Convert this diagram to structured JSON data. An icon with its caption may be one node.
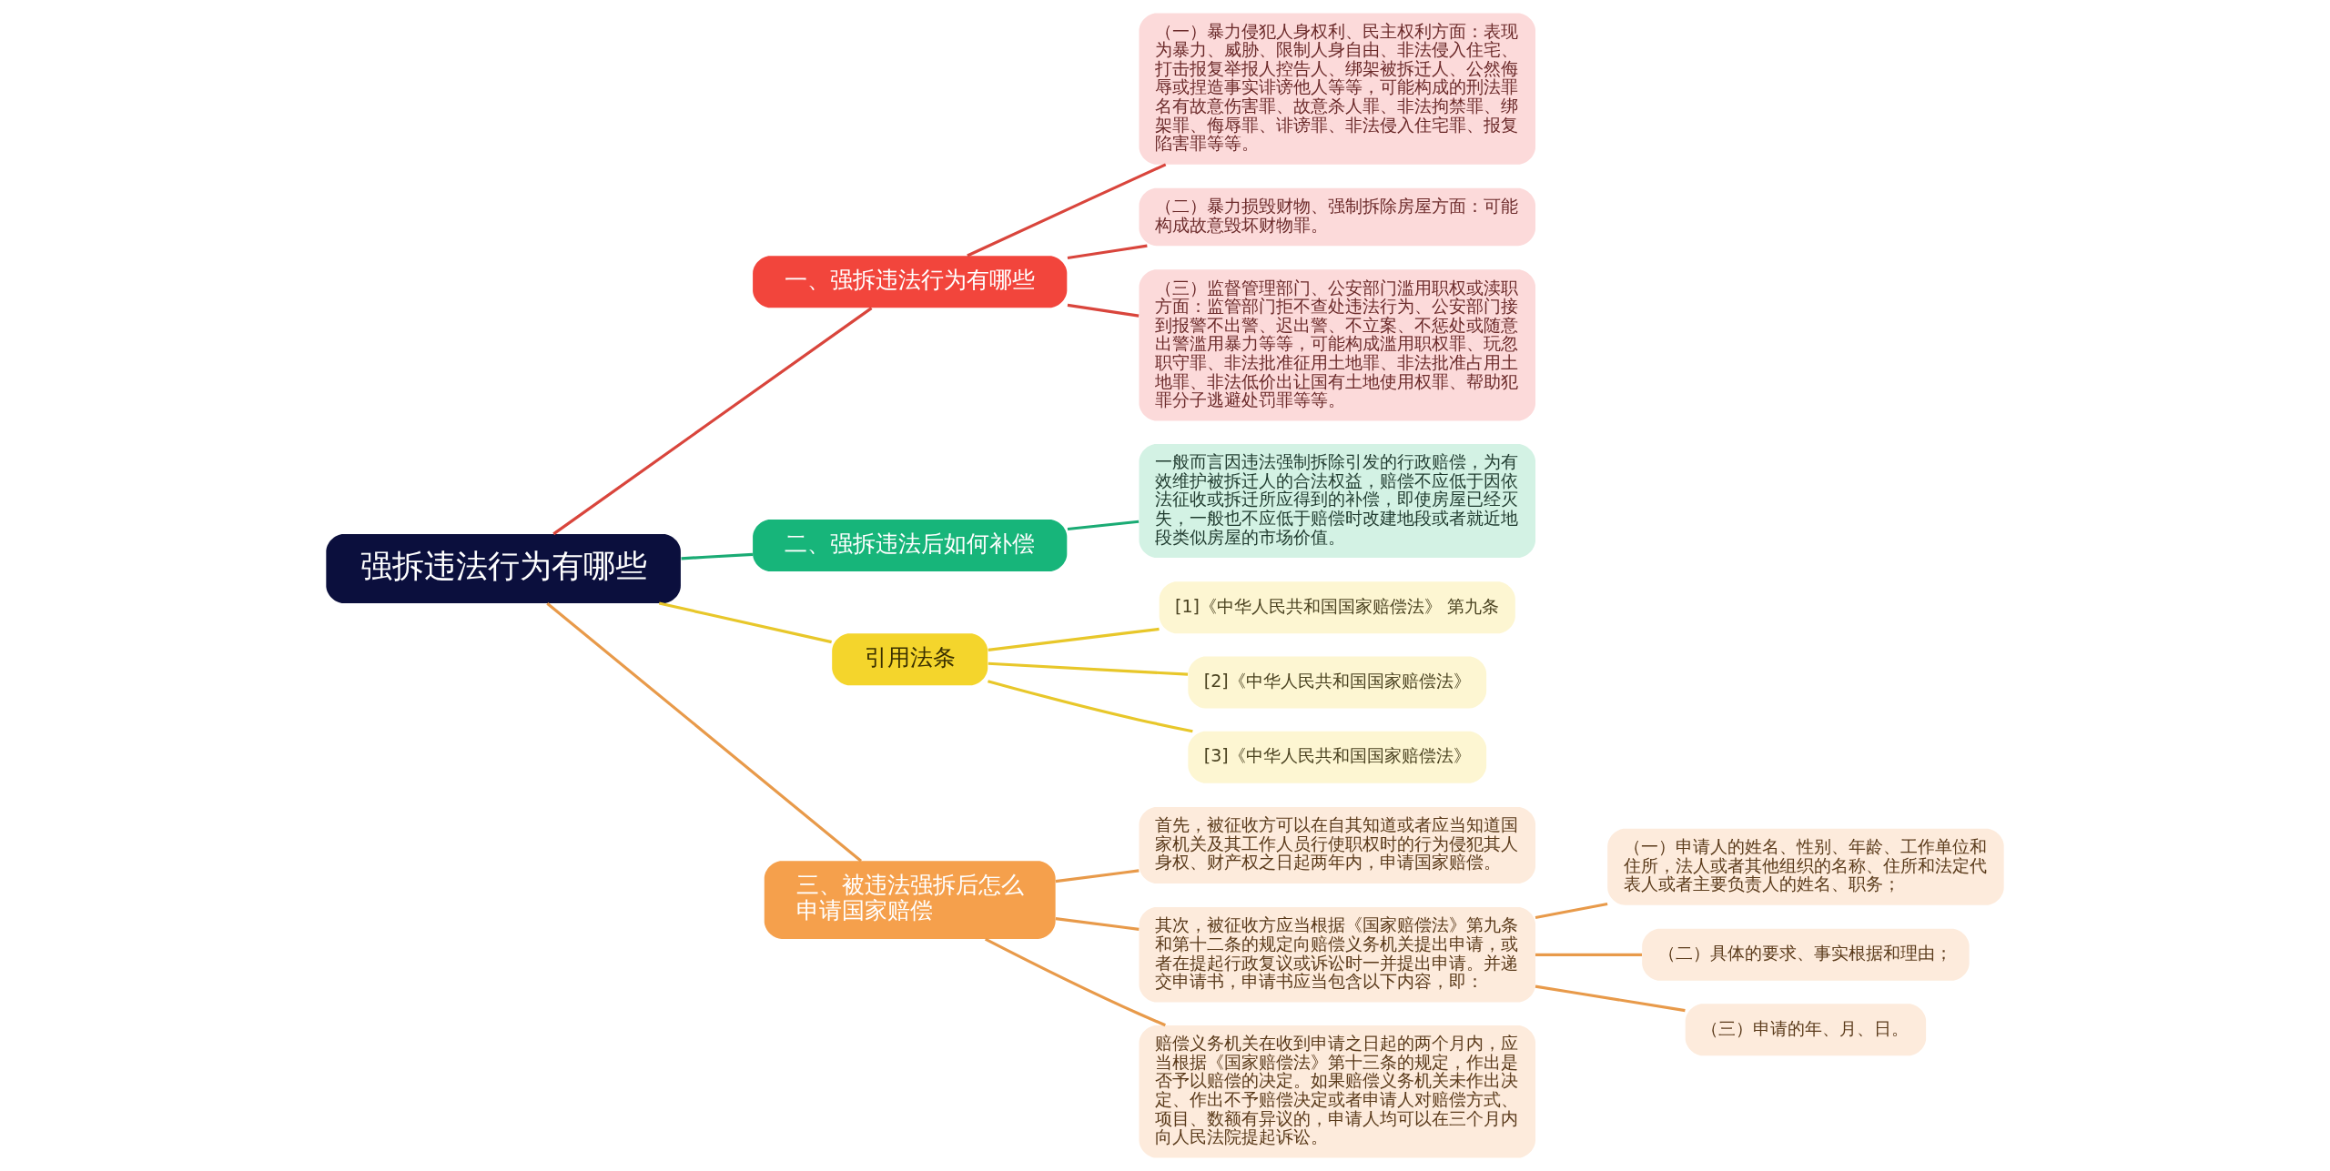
{
  "diagram": {
    "nodes": [
      {
        "text": [
          "强拆违法行为有哪些"
        ]
      },
      {
        "text": [
          "一、强拆违法行为有哪些"
        ]
      },
      {
        "text": [
          "（一）暴力侵犯人身权利、民主权利方面：表现为暴力、威胁、限制人身自由、非法侵入住宅、打击报复举报人控告人、绑架被拆迁人、公然侮辱或捏造事实诽谤他人等等，可能构成的刑法罪名有故意伤害罪、故意杀人罪、非法拘禁罪、绑架罪、侮辱罪、诽谤罪、非法侵入住宅罪、报复陷害罪等等。"
        ]
      },
      {
        "text": [
          "（二）暴力损毁财物、强制拆除房屋方面：可能构成故意毁坏财物罪。"
        ]
      },
      {
        "text": [
          "（三）监督管理部门、公安部门滥用职权或渎职方面：监管部门拒不查处违法行为、公安部门接到报警不出警、迟出警、不立案、不惩处或随意出警滥用暴力等等，可能构成滥用职权罪、玩忽职守罪、非法批准征用土地罪、非法批准占用土地罪、非法低价出让国有土地使用权罪、帮助犯罪分子逃避处罚罪等等。"
        ]
      },
      {
        "text": [
          "二、强拆违法后如何补偿"
        ]
      },
      {
        "text": [
          "一般而言因违法强制拆除引发的行政赔偿，为有效维护被拆迁人的合法权益，赔偿不应低于因依法征收或拆迁所应得到的补偿，即使房屋已经灭失，一般也不应低于赔偿时改建地段或者就近地段类似房屋的市场价值。"
        ]
      },
      {
        "text": [
          "引用法条"
        ]
      },
      {
        "text": [
          "[1]《中华人民共和国国家赔偿法》 第九条"
        ]
      },
      {
        "text": [
          "[2]《中华人民共和国国家赔偿法》"
        ]
      },
      {
        "text": [
          "[3]《中华人民共和国国家赔偿法》"
        ]
      },
      {
        "text": [
          "三、被违法强拆后怎么申请国家赔偿"
        ]
      },
      {
        "text": [
          "首先，被征收方可以在自其知道或者应当知道国家机关及其工作人员行使职权时的行为侵犯其人身权、财产权之日起两年内，申请国家赔偿。"
        ]
      },
      {
        "text": [
          "其次，被征收方应当根据《国家赔偿法》第九条和第十二条的规定向赔偿义务机关提出申请，或者在提起行政复议或诉讼时一并提出申请。并递交申请书，申请书应当包含以下内容，即："
        ]
      },
      {
        "text": [
          "赔偿义务机关在收到申请之日起的两个月内，应当根据《国家赔偿法》第十三条的规定，作出是否予以赔偿的决定。如果赔偿义务机关未作出决定、作出不予赔偿决定或者申请人对赔偿方式、项目、数额有异议的，申请人均可以在三个月内向人民法院提起诉讼。"
        ]
      },
      {
        "text": [
          "（一）申请人的姓名、性别、年龄、工作单位和住所，法人或者其他组织的名称、住所和法定代表人或者主要负责人的姓名、职务；"
        ]
      },
      {
        "text": [
          "（二）具体的要求、事实根据和理由；"
        ]
      },
      {
        "text": [
          "（三）申请的年、月、日。"
        ]
      }
    ],
    "edges": [
      {
        "from": 0,
        "to": 1,
        "arrow": "none",
        "color": "#d9453c"
      },
      {
        "from": 1,
        "to": 2,
        "arrow": "none",
        "color": "#d9453c"
      },
      {
        "from": 1,
        "to": 3,
        "arrow": "none",
        "color": "#d9453c"
      },
      {
        "from": 1,
        "to": 4,
        "arrow": "none",
        "color": "#d9453c"
      },
      {
        "from": 0,
        "to": 5,
        "arrow": "none",
        "color": "#1aab74"
      },
      {
        "from": 5,
        "to": 6,
        "arrow": "none",
        "color": "#1aab74"
      },
      {
        "from": 0,
        "to": 7,
        "arrow": "none",
        "color": "#e8c72a"
      },
      {
        "from": 7,
        "to": 8,
        "arrow": "none",
        "color": "#e8c72a"
      },
      {
        "from": 7,
        "to": 9,
        "arrow": "none",
        "color": "#e8c72a"
      },
      {
        "from": 7,
        "to": 10,
        "arrow": "none",
        "color": "#e8c72a"
      },
      {
        "from": 0,
        "to": 11,
        "arrow": "none"
      },
      {
        "from": 11,
        "to": 12,
        "arrow": "none"
      },
      {
        "from": 11,
        "to": 13,
        "arrow": "none"
      },
      {
        "from": 11,
        "to": 14,
        "arrow": "none"
      },
      {
        "from": 13,
        "to": 15,
        "arrow": "none"
      },
      {
        "from": 13,
        "to": 16,
        "arrow": "none"
      },
      {
        "from": 13,
        "to": 17,
        "arrow": "none"
      }
    ]
  }
}
